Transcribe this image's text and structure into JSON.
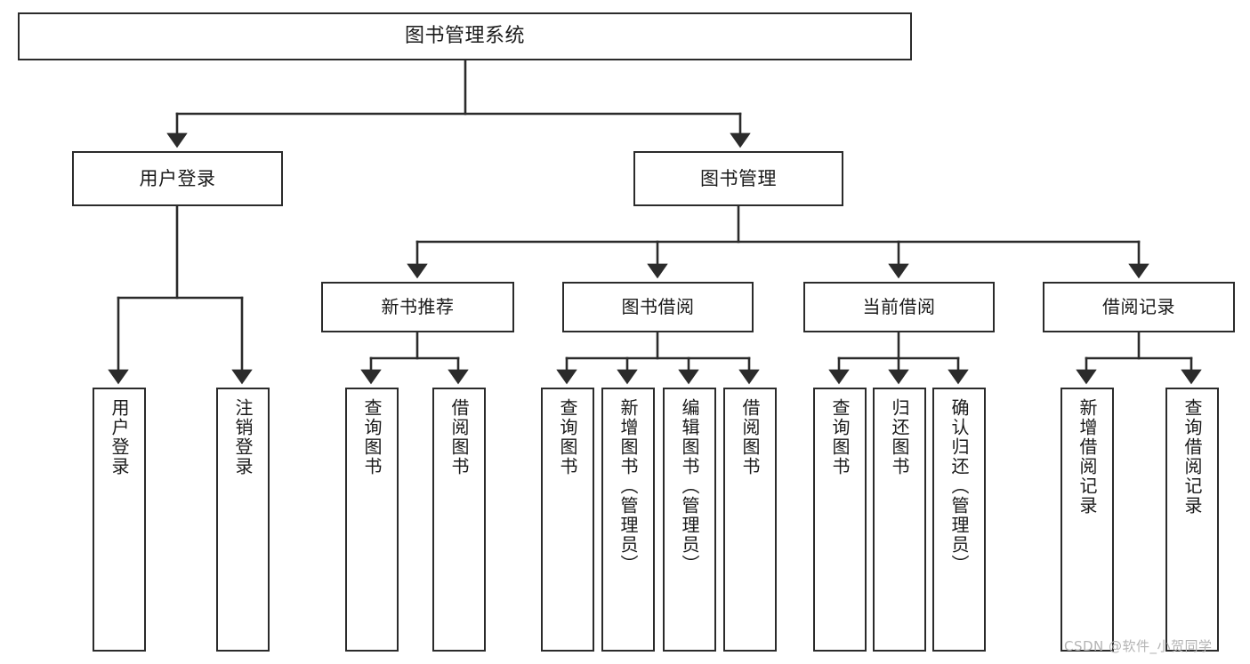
{
  "diagram": {
    "title": "图书管理系统",
    "type": "functional-structure-tree",
    "watermark": "CSDN @软件_小贺同学",
    "colors": {
      "box_border": "#2b2b2b",
      "box_fill": "#ffffff",
      "connector": "#2b2b2b",
      "text": "#1a1a1a",
      "watermark": "#b4b4b4",
      "background": "#ffffff"
    },
    "root": {
      "id": "root",
      "label": "图书管理系统"
    },
    "level2": [
      {
        "id": "user-login",
        "label": "用户登录"
      },
      {
        "id": "book-manage",
        "label": "图书管理"
      }
    ],
    "level3": [
      {
        "id": "new-book-recommend",
        "label": "新书推荐"
      },
      {
        "id": "book-borrow",
        "label": "图书借阅"
      },
      {
        "id": "current-borrow",
        "label": "当前借阅"
      },
      {
        "id": "borrow-record",
        "label": "借阅记录"
      }
    ],
    "leaves": {
      "user_login": [
        {
          "id": "leaf-user-login",
          "label": "用户登录"
        },
        {
          "id": "leaf-logout",
          "label": "注销登录"
        }
      ],
      "new_book_recommend": [
        {
          "id": "leaf-query-book-1",
          "label": "查询图书"
        },
        {
          "id": "leaf-borrow-book-1",
          "label": "借阅图书"
        }
      ],
      "book_borrow": [
        {
          "id": "leaf-query-book-2",
          "label": "查询图书"
        },
        {
          "id": "leaf-add-book",
          "label": "新增图书（管理员）"
        },
        {
          "id": "leaf-edit-book",
          "label": "编辑图书（管理员）"
        },
        {
          "id": "leaf-borrow-book-2",
          "label": "借阅图书"
        }
      ],
      "current_borrow": [
        {
          "id": "leaf-query-book-3",
          "label": "查询图书"
        },
        {
          "id": "leaf-return-book",
          "label": "归还图书"
        },
        {
          "id": "leaf-confirm-return",
          "label": "确认归还（管理员）"
        }
      ],
      "borrow_record": [
        {
          "id": "leaf-add-record",
          "label": "新增借阅记录"
        },
        {
          "id": "leaf-query-record",
          "label": "查询借阅记录"
        }
      ]
    }
  }
}
